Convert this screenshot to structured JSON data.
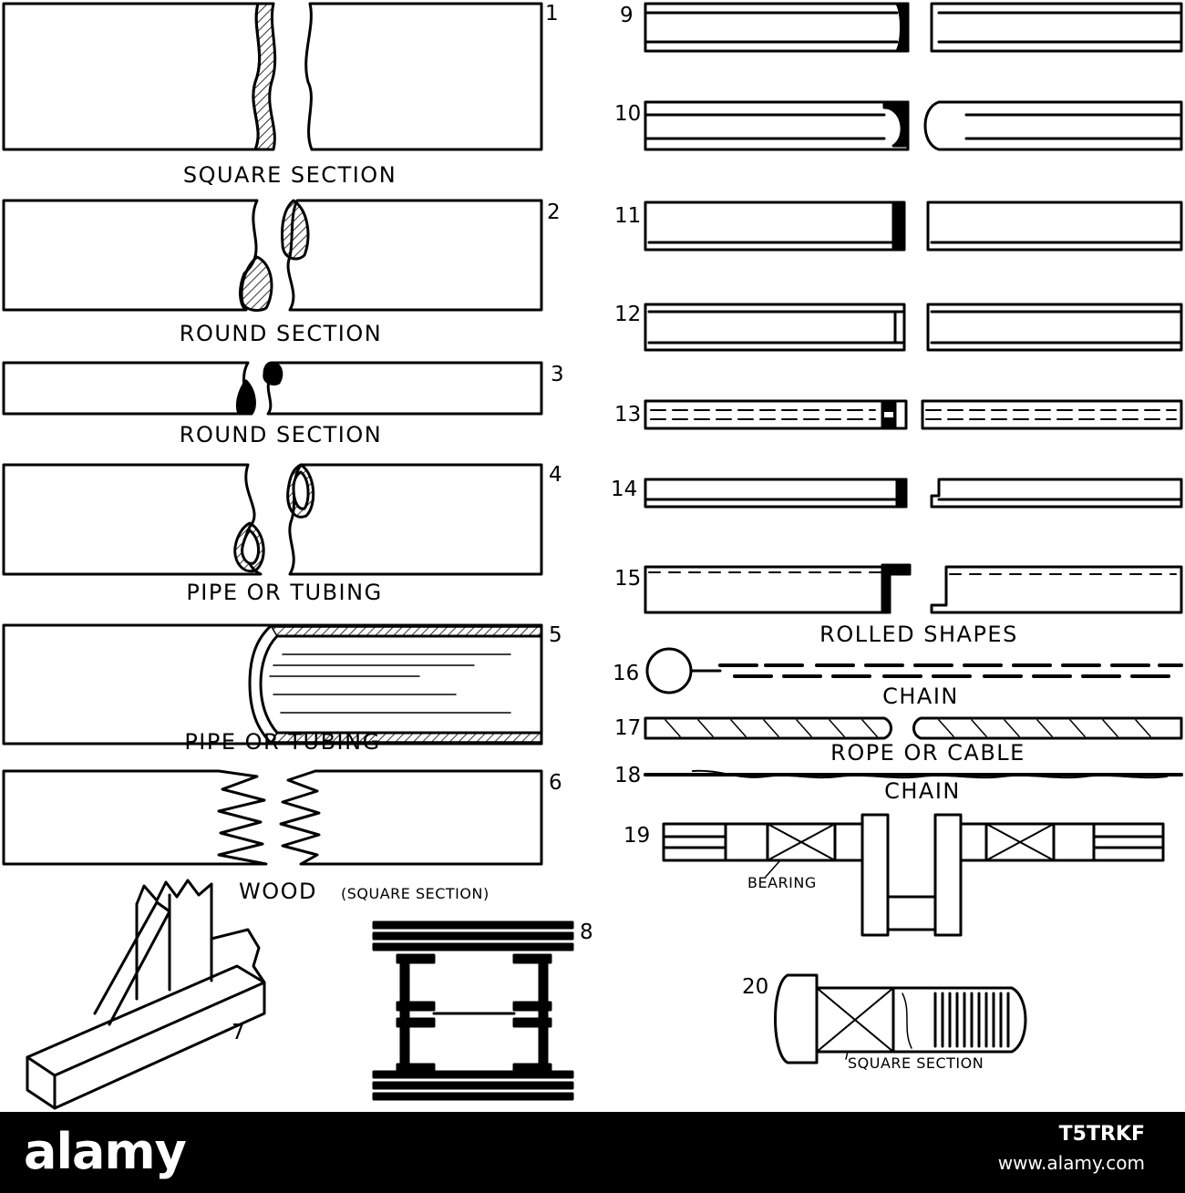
{
  "labels": {
    "square_section": "SQUARE SECTION",
    "round_section_2": "ROUND SECTION",
    "round_section_3": "ROUND SECTION",
    "pipe_tubing_4": "PIPE OR TUBING",
    "pipe_tubing_5": "PIPE OR TUBING",
    "wood_main": "WOOD",
    "wood_sub": "(SQUARE SECTION)",
    "rolled_shapes": "ROLLED SHAPES",
    "chain_16": "CHAIN",
    "rope_cable": "ROPE OR CABLE",
    "chain_18": "CHAIN",
    "bearing": "BEARING",
    "square_section_20": "SQUARE SECTION"
  },
  "numbers": {
    "n1": "1",
    "n2": "2",
    "n3": "3",
    "n4": "4",
    "n5": "5",
    "n6": "6",
    "n7": "7",
    "n8": "8",
    "n9": "9",
    "n10": "10",
    "n11": "11",
    "n12": "12",
    "n13": "13",
    "n14": "14",
    "n15": "15",
    "n16": "16",
    "n17": "17",
    "n18": "18",
    "n19": "19",
    "n20": "20"
  },
  "footer": {
    "logo": "alamy",
    "image_id": "T5TRKF",
    "url": "www.alamy.com"
  },
  "colors": {
    "ink": "#000000",
    "paper": "#ffffff",
    "footer_bg": "#000000"
  }
}
